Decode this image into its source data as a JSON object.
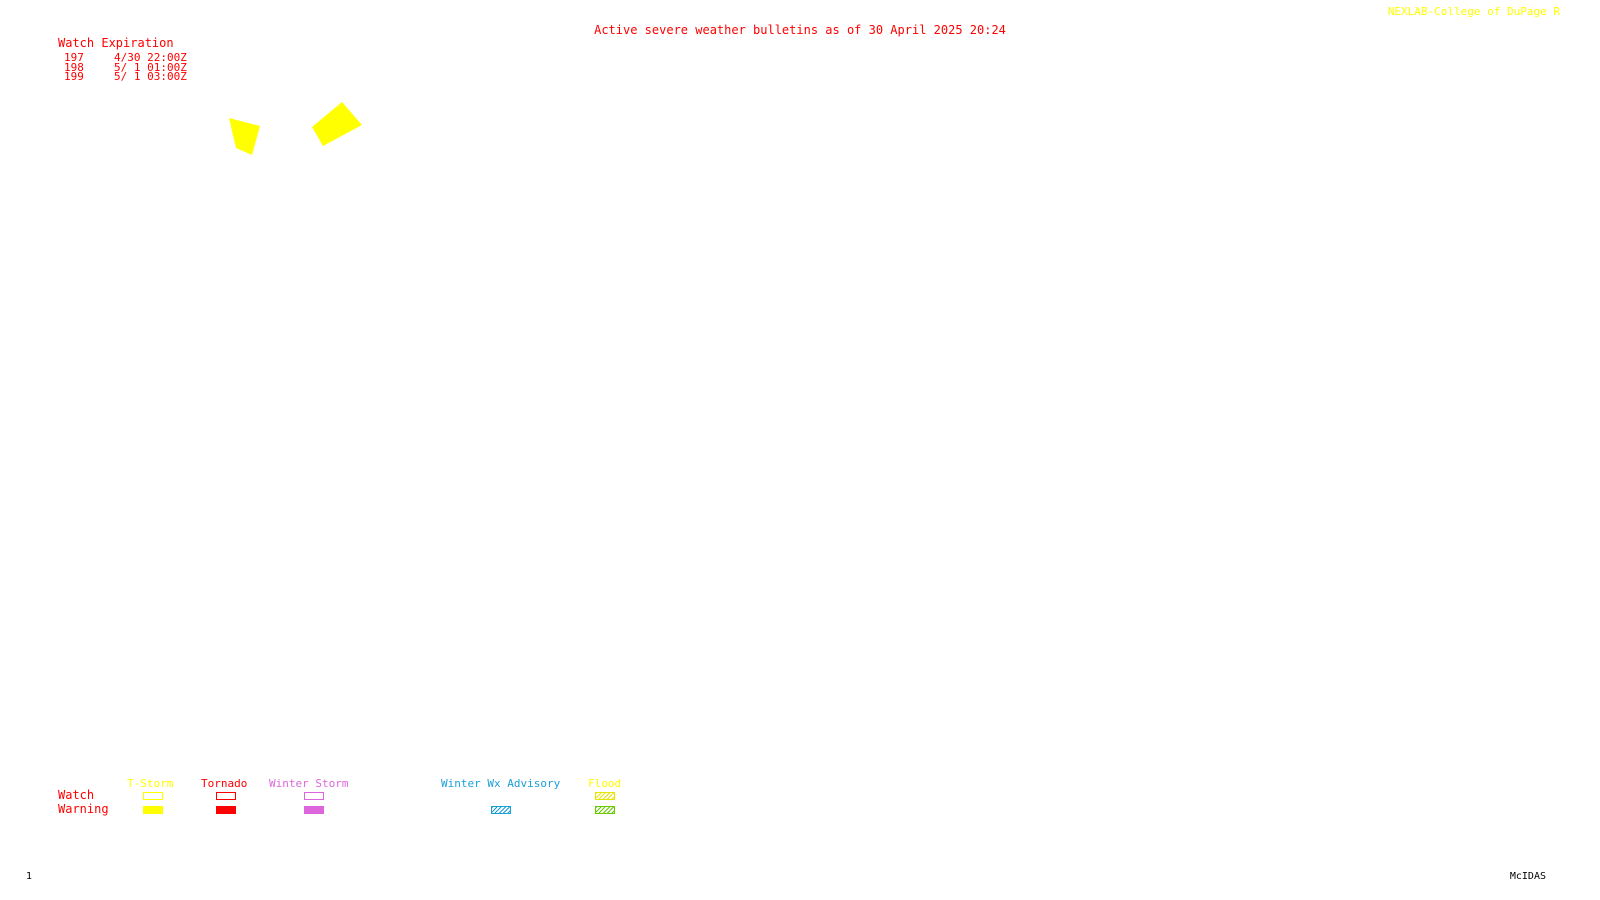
{
  "header": {
    "credit": "NEXLAB-College of DuPage R",
    "title": "Active severe weather bulletins as of 30 April 2025 20:24"
  },
  "watch_list": {
    "heading": "Watch Expiration",
    "rows": [
      {
        "number": "197",
        "expires": "4/30 22:00Z"
      },
      {
        "number": "198",
        "expires": "5/ 1 01:00Z"
      },
      {
        "number": "199",
        "expires": "5/ 1 03:00Z"
      }
    ]
  },
  "map": {
    "polygons": [
      {
        "type": "T-Storm Watch",
        "color": "#ffff00"
      },
      {
        "type": "T-Storm Watch",
        "color": "#ffff00"
      }
    ]
  },
  "legend": {
    "row_labels": {
      "watch": "Watch",
      "warning": "Warning"
    },
    "categories": [
      {
        "name": "T-Storm",
        "color": "#ffff00"
      },
      {
        "name": "Tornado",
        "color": "#ff0000"
      },
      {
        "name": "Winter Storm",
        "color": "#dd66dd"
      },
      {
        "name": "Winter Wx Advisory",
        "color": "#1a9fd8"
      },
      {
        "name": "Flood",
        "color": "#e6e600",
        "warning_color": "#66cc00"
      }
    ]
  },
  "footer": {
    "frame_number": "1",
    "software": "McIDAS"
  },
  "colors": {
    "text_red": "#ff0000",
    "credit_yellow": "#ffff00",
    "footer_black": "#000000"
  }
}
